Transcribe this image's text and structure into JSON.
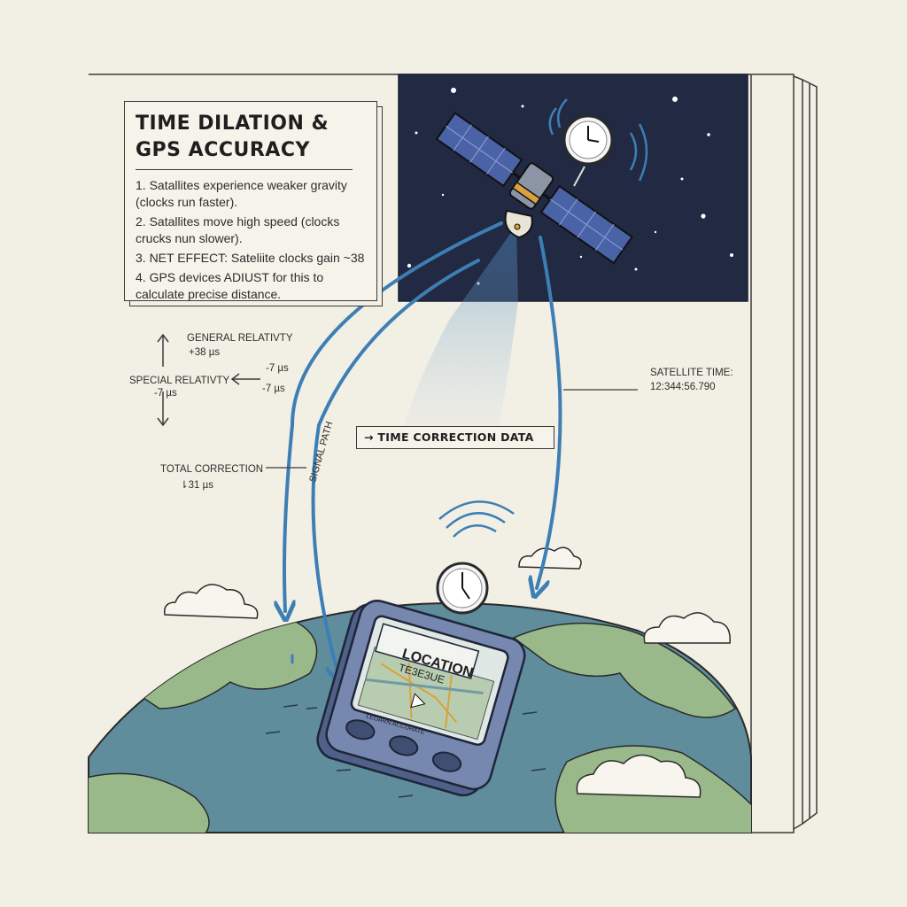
{
  "panel": {
    "title": "TIME DILATION &\nGPS ACCURACY",
    "items": [
      "1. Satallites experience weaker gravity (clocks run faster).",
      "2. Satallites move high speed (clocks crucks nun slower).",
      "3. NET EFFECT: Sateliite clocks gain ~38",
      "4. GPS devices ADIUST for this to calculate precise distance."
    ]
  },
  "relativity": {
    "general_label": "GENERAL RELATIVTY",
    "general_value": "+38 µs",
    "special_label": "SPECIAL RELATIVTY",
    "special_value": "-7 µs",
    "special_arrow_value_1": "-7 µs",
    "special_arrow_value_2": "-7 µs",
    "total_label": "TOTAL CORRECTION",
    "total_value": "⇂31 µs"
  },
  "satellite_time": {
    "label": "SATELLITE TIME:",
    "value": "12:344:56.790"
  },
  "signal_path_label": "SIGNAL PATH",
  "correction_button": "→  TIME CORRECTION DATA",
  "device": {
    "screen_title": "LOCATION",
    "screen_subtitle": "TE3E3UE",
    "screen_footer": "LEOARN ACCURATE"
  },
  "colors": {
    "space": "#222942",
    "signal": "#3d7fb5",
    "land": "#9ab98b",
    "ocean": "#5f8d9c",
    "paper": "#f2efe4",
    "device_body": "#6b7ea6"
  }
}
